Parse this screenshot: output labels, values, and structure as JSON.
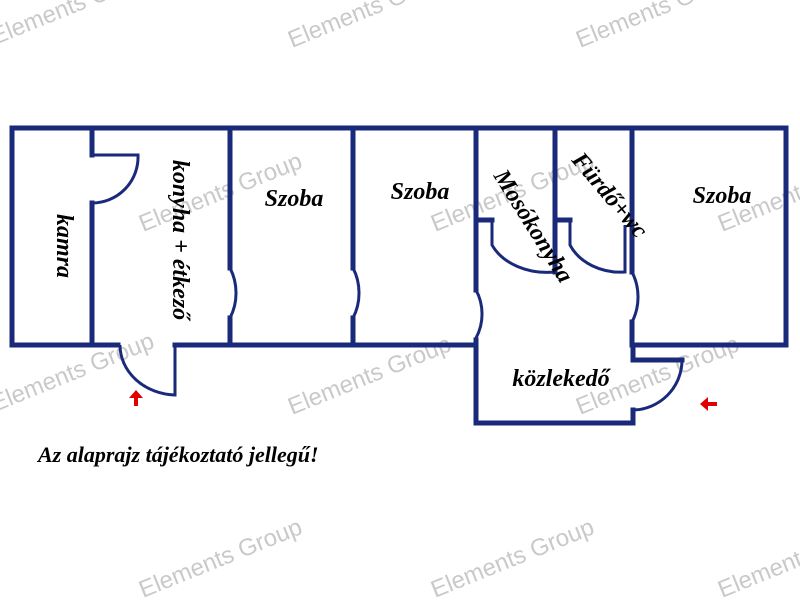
{
  "watermark": {
    "text": "Elements Group",
    "color": "#c9c9c9"
  },
  "plan": {
    "wall_color": "#1a2a7a",
    "arrow_color": "#e00000",
    "rooms": {
      "kamra": "kamra",
      "konyha": "konyha + étkező",
      "szoba1": "Szoba",
      "szoba2": "Szoba",
      "mosokonyha": "Mosókonyha",
      "furdo": "Fürdő+wc",
      "szoba3": "Szoba",
      "kozlekedo": "közlekedő"
    },
    "entrances": [
      {
        "name": "entrance-bottom",
        "direction": "up"
      },
      {
        "name": "entrance-right",
        "direction": "left"
      }
    ]
  },
  "note": "Az alaprajz tájékoztató jellegű!"
}
